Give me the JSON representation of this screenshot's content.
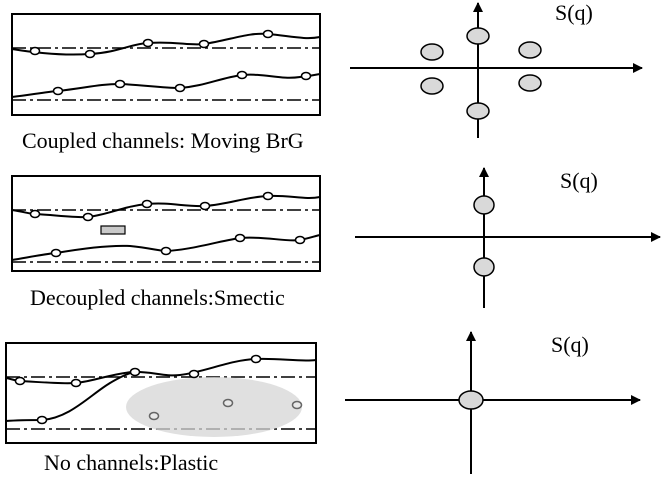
{
  "panels": [
    {
      "caption": "Coupled channels: Moving BrG",
      "structure_factor_label": "S(q)",
      "structure_factor_peaks": 6
    },
    {
      "caption": "Decoupled channels:Smectic",
      "structure_factor_label": "S(q)",
      "structure_factor_peaks": 2
    },
    {
      "caption": "No channels:Plastic",
      "structure_factor_label": "S(q)",
      "structure_factor_peaks": 1
    }
  ],
  "colors": {
    "stroke": "#000000",
    "peak_fill": "#d9d9d9",
    "blob_fill": "#d6d6d6",
    "particle_fill": "#ffffff"
  }
}
